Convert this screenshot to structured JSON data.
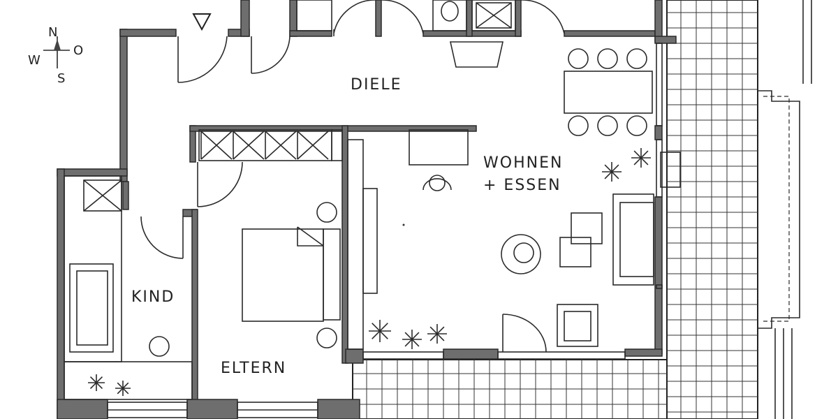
{
  "rooms": {
    "diele": "DIELE",
    "wohnen": "WOHNEN",
    "essen": "+ ESSEN",
    "kind": "KIND",
    "eltern": "ELTERN"
  },
  "compass": {
    "north": "N",
    "east": "O",
    "south": "S",
    "west": "W"
  }
}
